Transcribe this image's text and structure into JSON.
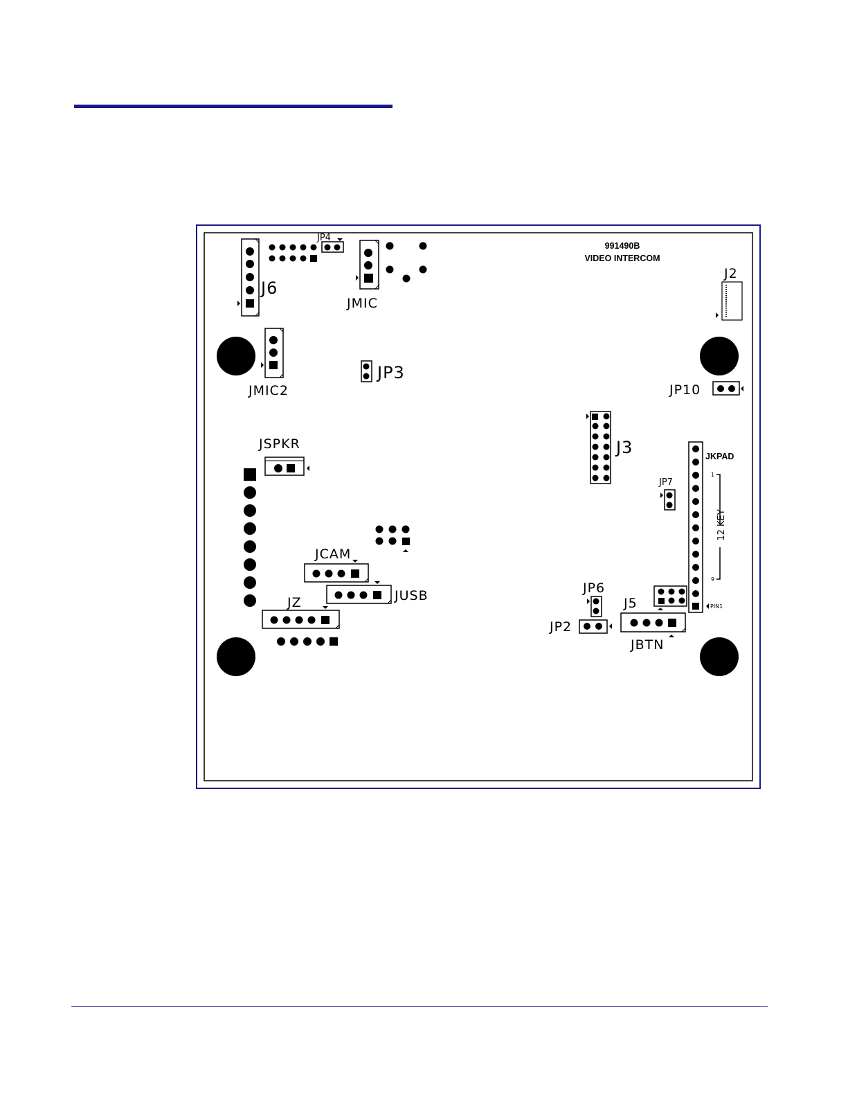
{
  "board": {
    "part_number": "991490B",
    "title": "VIDEO INTERCOM"
  },
  "connectors": {
    "j6": "J6",
    "jp4": "JP4",
    "jmic": "JMIC",
    "j2": "J2",
    "jmic2": "JMIC2",
    "jp3": "JP3",
    "jp10": "JP10",
    "jspkr": "JSPKR",
    "j3": "J3",
    "jkpad": "JKPAD",
    "jp7": "JP7",
    "jcam": "JCAM",
    "jusb": "JUSB",
    "jz": "JZ",
    "jp6": "JP6",
    "j5": "J5",
    "jp2": "JP2",
    "jbtn": "JBTN"
  },
  "keypad": {
    "pin_first": "1",
    "pin_last": "9",
    "range_label": "12 KEY",
    "pin_tag": "PIN1"
  },
  "colors": {
    "frame": "#1a1a8c",
    "silkscreen": "#000000"
  }
}
